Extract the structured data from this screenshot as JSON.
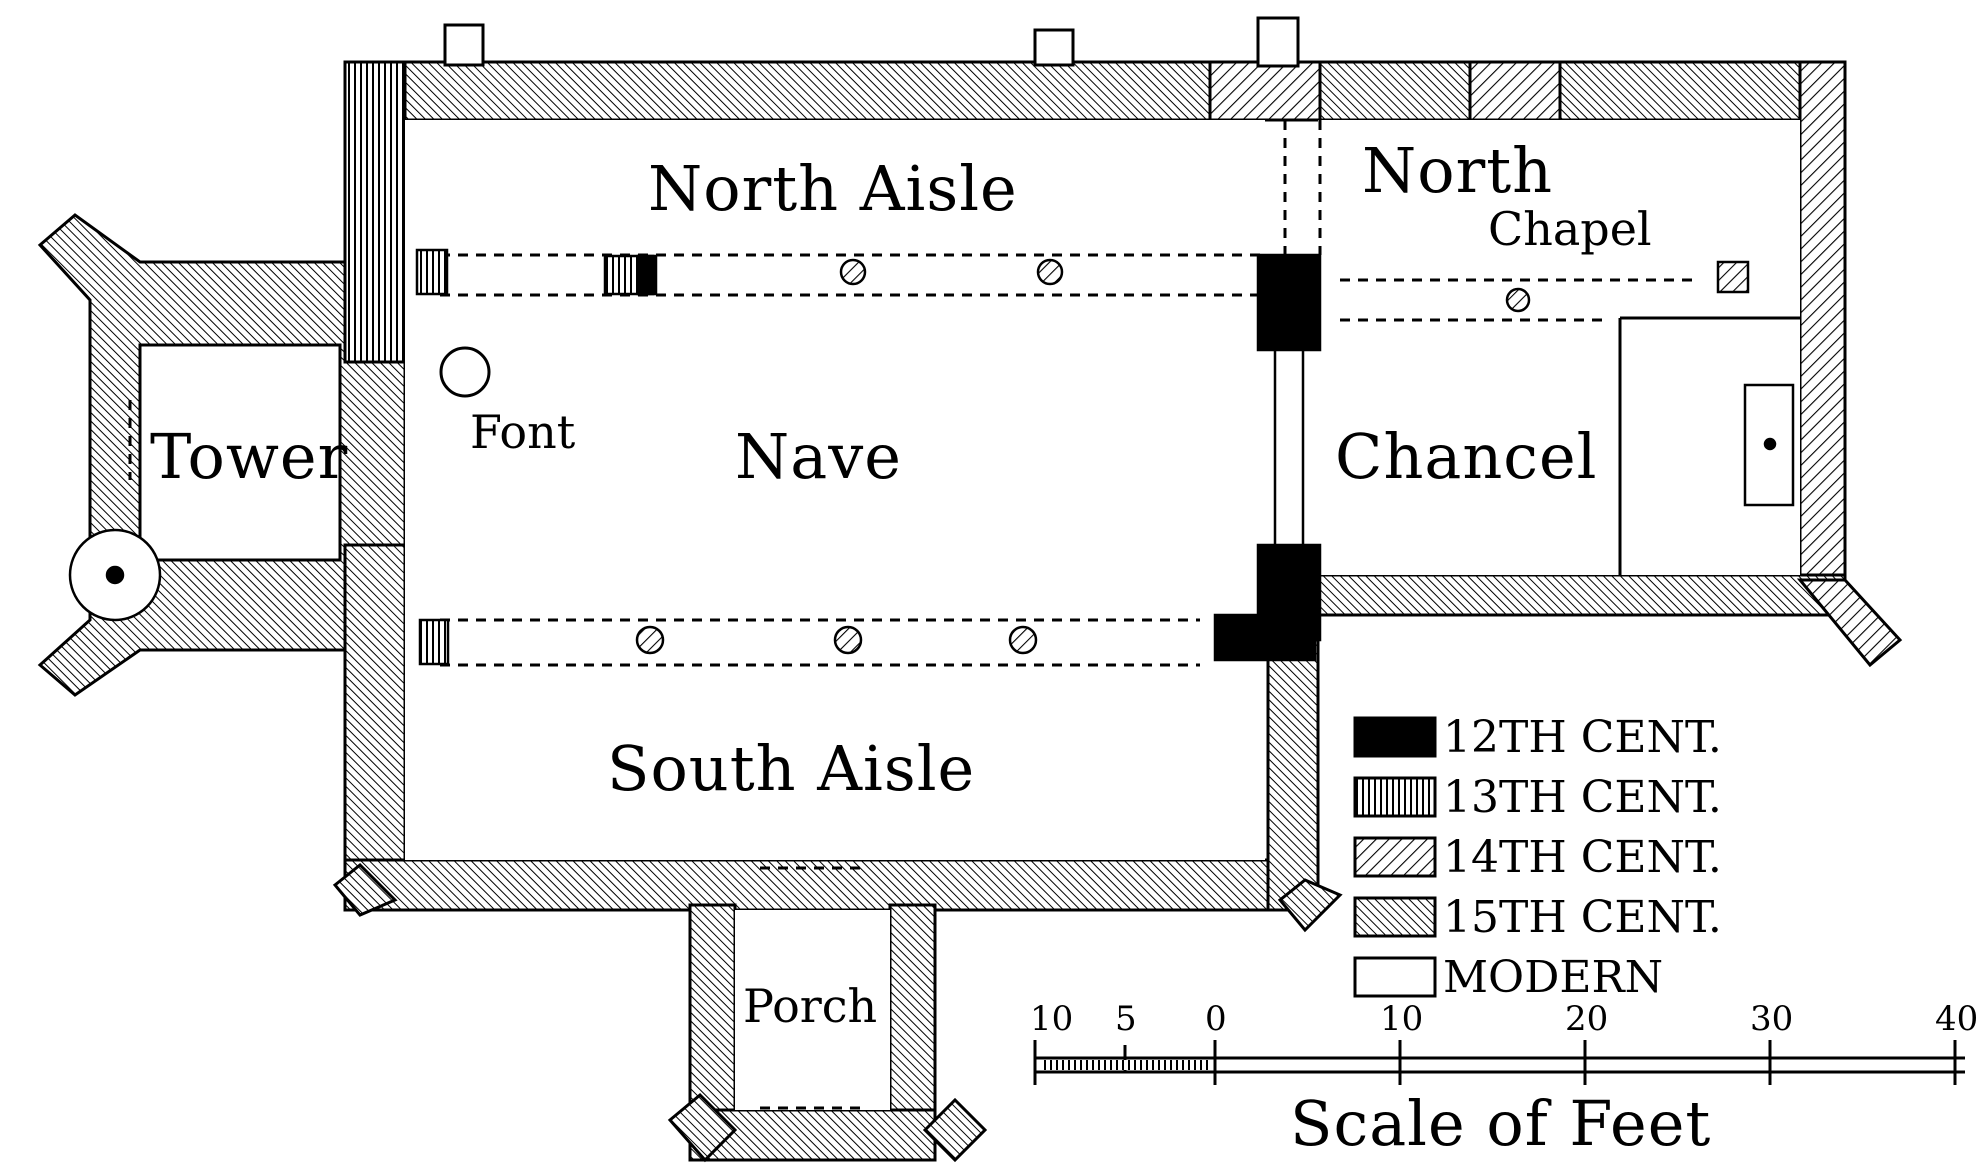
{
  "rooms": {
    "north_aisle": "North Aisle",
    "north_chapel_1": "North",
    "north_chapel_2": "Chapel",
    "tower": "Tower",
    "font": "Font",
    "nave": "Nave",
    "chancel": "Chancel",
    "south_aisle": "South Aisle",
    "porch": "Porch"
  },
  "legend": [
    {
      "label": "12TH CENT.",
      "pattern": "solid-black"
    },
    {
      "label": "13TH CENT.",
      "pattern": "vertical-hatch"
    },
    {
      "label": "14TH CENT.",
      "pattern": "diagonal-hatch"
    },
    {
      "label": "15TH CENT.",
      "pattern": "dense-diagonal-hatch"
    },
    {
      "label": "MODERN",
      "pattern": "blank"
    }
  ],
  "scale": {
    "ticks": [
      "10",
      "5",
      "0",
      "10",
      "20",
      "30",
      "40"
    ],
    "title": "Scale of Feet"
  }
}
